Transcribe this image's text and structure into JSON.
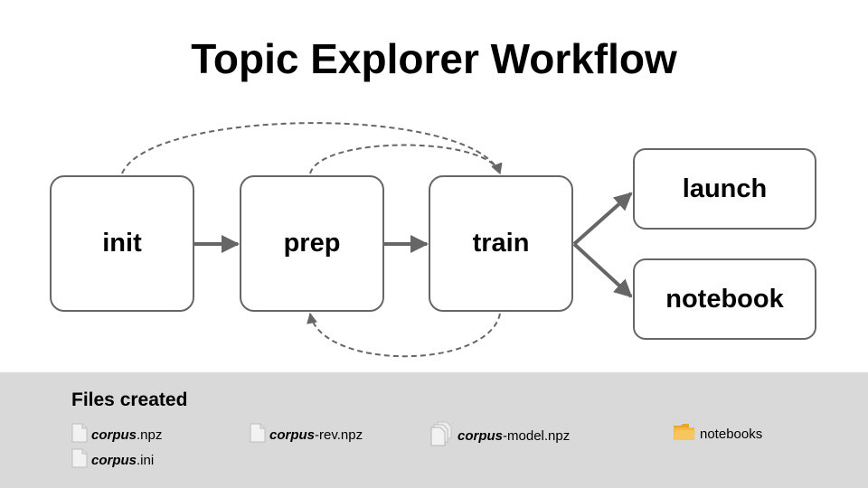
{
  "title": "Topic Explorer Workflow",
  "nodes": {
    "init": "init",
    "prep": "prep",
    "train": "train",
    "launch": "launch",
    "notebook": "notebook"
  },
  "footer": {
    "heading": "Files created",
    "files": [
      {
        "stem": "corpus",
        "suffix": ".npz",
        "icon": "file-icon"
      },
      {
        "stem": "corpus",
        "suffix": "-rev.npz",
        "icon": "file-icon"
      },
      {
        "stem": "corpus",
        "suffix": "-model.npz",
        "icon": "stacked-files-icon"
      },
      {
        "stem": "",
        "suffix": "notebooks",
        "icon": "folder-icon"
      },
      {
        "stem": "corpus",
        "suffix": ".ini",
        "icon": "file-icon"
      }
    ]
  },
  "colors": {
    "connector": "#666666",
    "footer_bg": "#d9d9d9",
    "folder": "#f4b942"
  }
}
